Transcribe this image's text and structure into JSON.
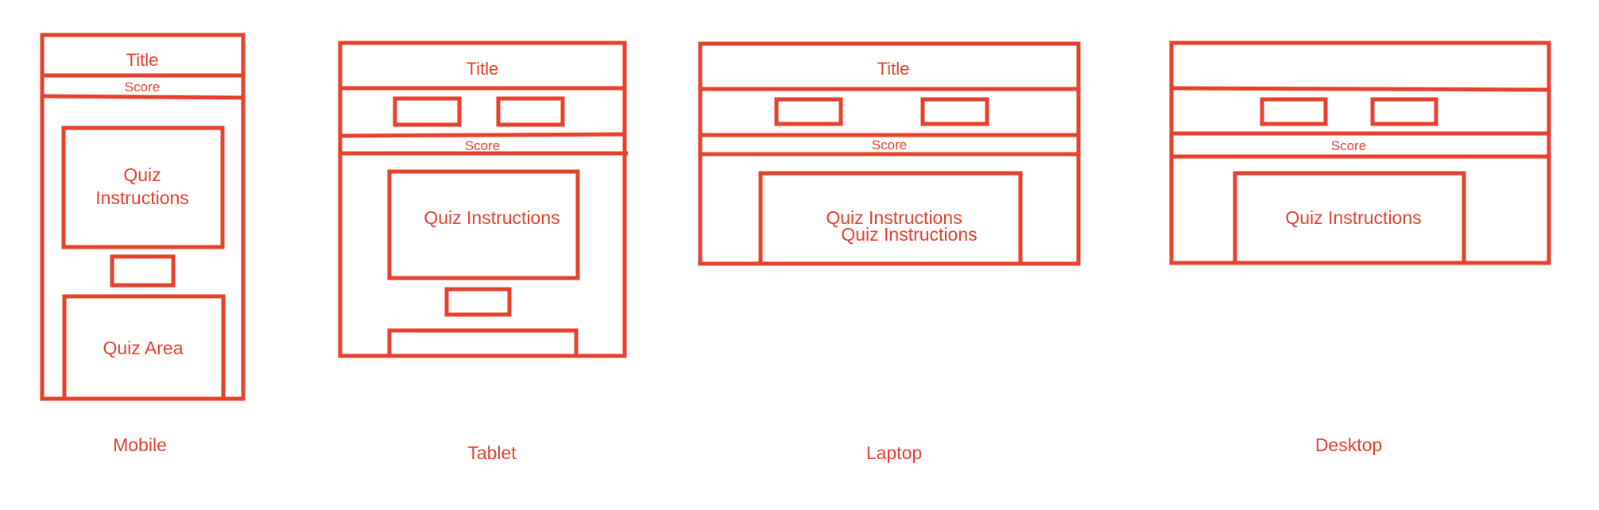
{
  "colors": {
    "ink": "#e8402c",
    "background": "#ffffff"
  },
  "wireframes": {
    "mobile": {
      "caption": "Mobile",
      "title": "Title",
      "score": "Score",
      "instructions_line1": "Quiz",
      "instructions_line2": "Instructions",
      "quiz_area": "Quiz Area"
    },
    "tablet": {
      "caption": "Tablet",
      "title": "Title",
      "score": "Score",
      "instructions": "Quiz Instructions"
    },
    "laptop": {
      "caption": "Laptop",
      "title": "Title",
      "score": "Score",
      "instructions_line1": "Quiz Instructions",
      "instructions_line2": "Quiz Instructions"
    },
    "desktop": {
      "caption": "Desktop",
      "score": "Score",
      "instructions": "Quiz Instructions"
    }
  }
}
